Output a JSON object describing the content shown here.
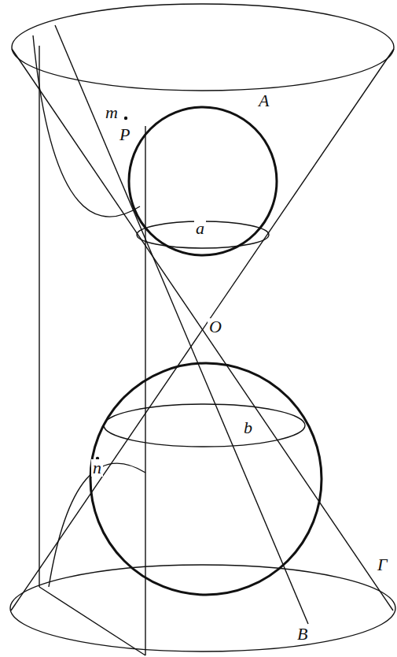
{
  "diagram": {
    "labels": [
      "m",
      "A",
      "P",
      "a",
      "O",
      "b",
      "n",
      "Γ",
      "B"
    ]
  }
}
